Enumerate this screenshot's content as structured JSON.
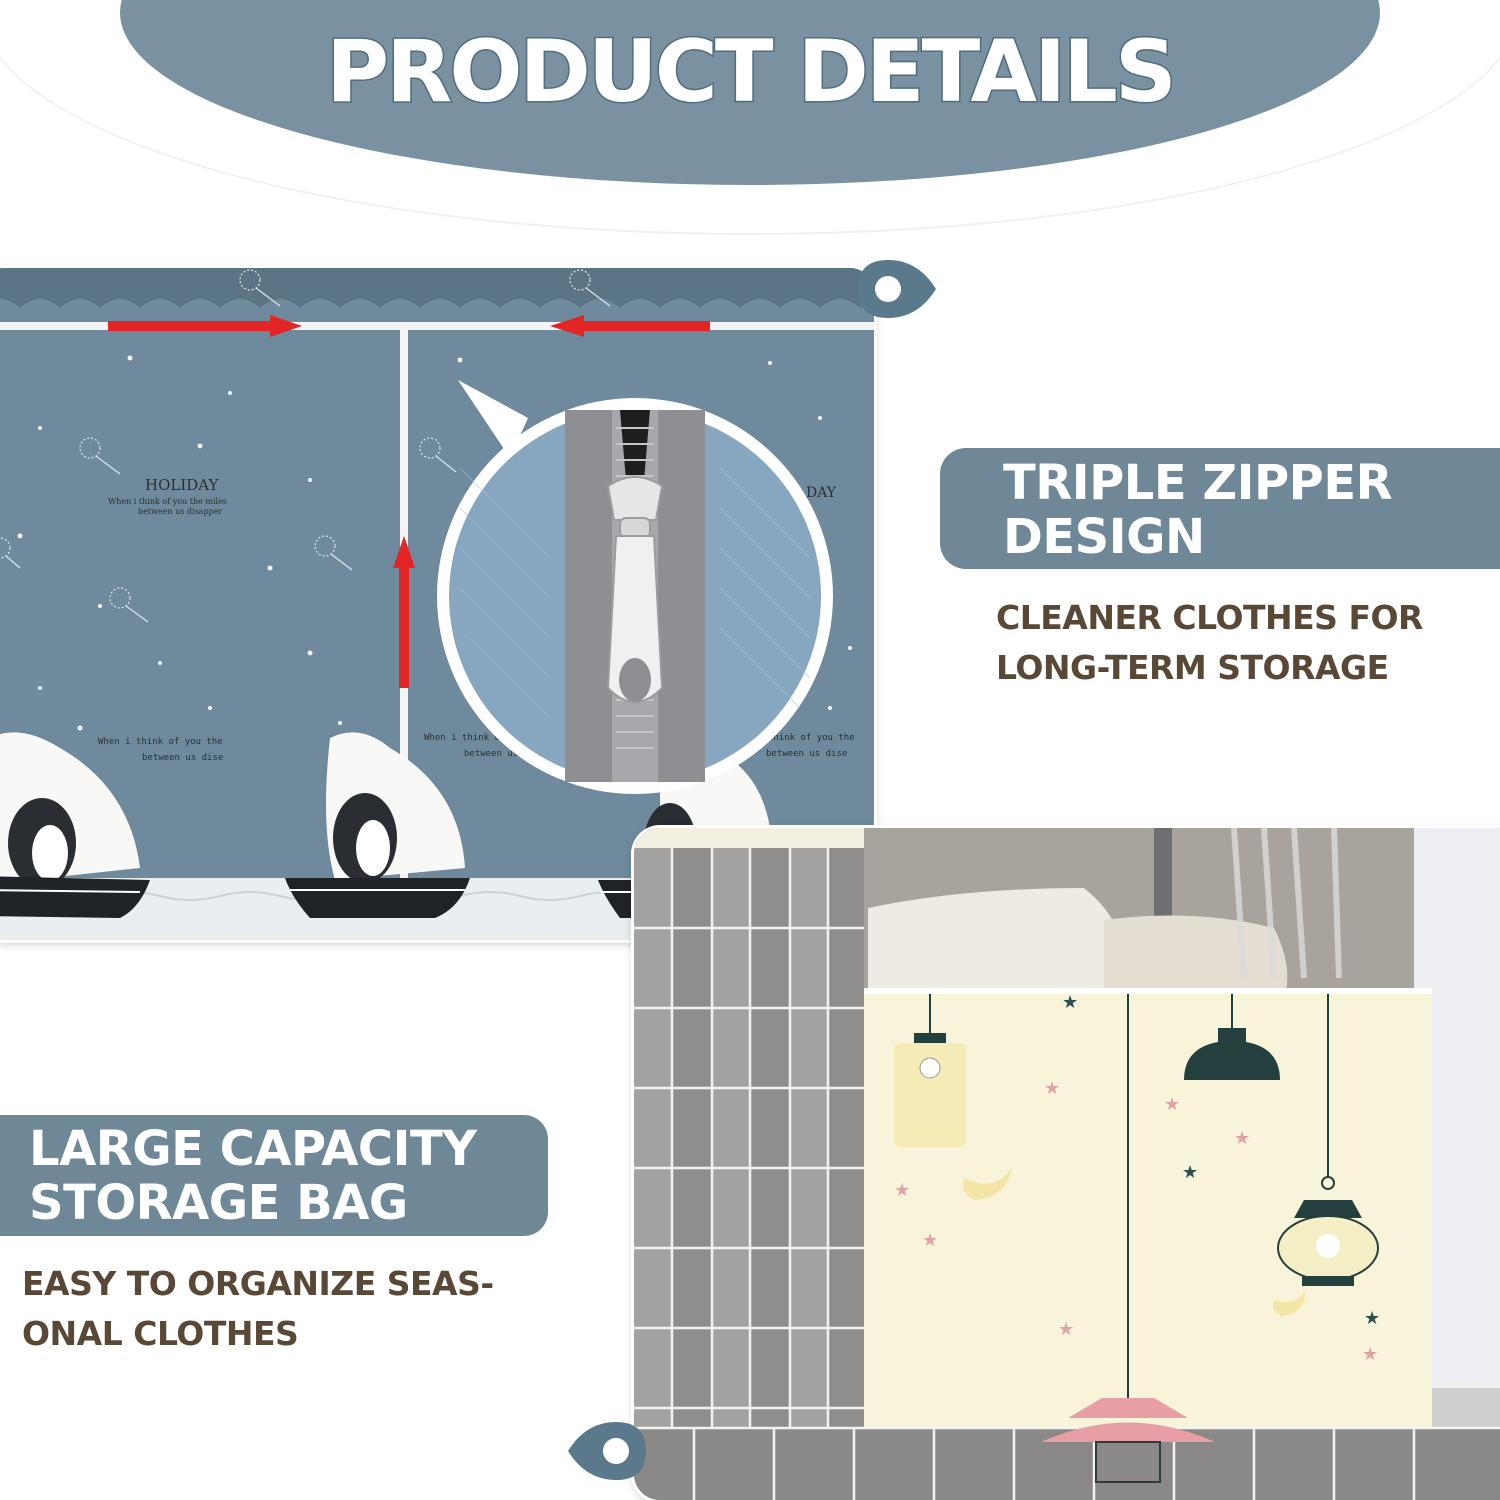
{
  "header": {
    "title": "PRODUCT DETAILS"
  },
  "features": [
    {
      "title": "TRIPLE ZIPPER\nDESIGN",
      "description": "CLEANER CLOTHES FOR\nLONG-TERM STORAGE"
    },
    {
      "title": "LARGE CAPACITY\nSTORAGE BAG",
      "description": "EASY TO ORGANIZE SEAS-\nONAL CLOTHES"
    }
  ],
  "photo_top": {
    "texts": {
      "heading": "HOLIDAY",
      "tagline_1": "When i think of you the miles",
      "tagline_2": "between us disapper",
      "caption_1": "When i think of you the",
      "caption_2": "between us dise",
      "right_heading": "DAY"
    },
    "icons": [
      "polar-bear-icon",
      "penguin-icon",
      "boat-icon",
      "dandelion-icon",
      "zipper-pull-icon",
      "arrow-icon"
    ]
  },
  "photo_bottom": {
    "icons": [
      "pendant-lamp-icon",
      "lantern-icon",
      "moon-icon",
      "star-icon",
      "pillow-icon",
      "curtain-icon"
    ]
  },
  "colors": {
    "accent": "#7991a0",
    "pill": "#6e8898",
    "description_text": "#5a4836",
    "fabric_blue": "#6e8a9c",
    "arrow_red": "#e32525",
    "panel_cream": "#f8f4da"
  }
}
